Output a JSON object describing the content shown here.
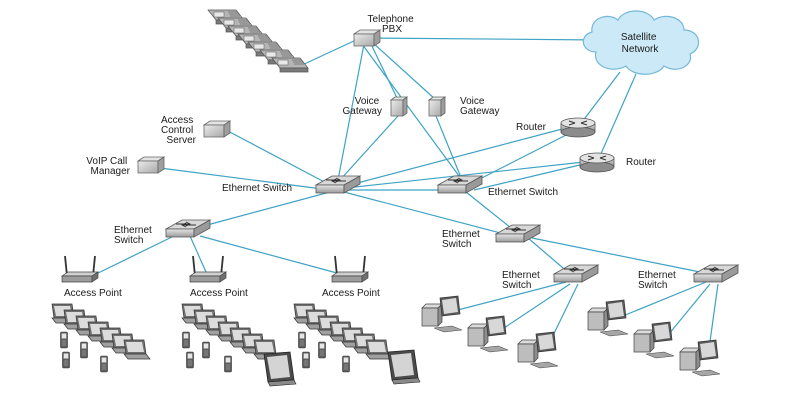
{
  "labels": {
    "telephone_pbx": [
      "Telephone",
      "PBX"
    ],
    "satellite_network": [
      "Satellite",
      "Network"
    ],
    "voice_gateway_1": [
      "Voice",
      "Gateway"
    ],
    "voice_gateway_2": [
      "Voice",
      "Gateway"
    ],
    "access_control_server": [
      "Access",
      "Control",
      "Server"
    ],
    "voip_call_manager": [
      "VoIP Call",
      "Manager"
    ],
    "router_1": "Router",
    "router_2": "Router",
    "core_switch_1": "Ethernet Switch",
    "core_switch_2": "Ethernet Switch",
    "wireless_switch": [
      "Ethernet",
      "Switch"
    ],
    "desktop_switch": [
      "Ethernet",
      "Switch"
    ],
    "desktop_switch_a": [
      "Ethernet",
      "Switch"
    ],
    "desktop_switch_b": [
      "Ethernet",
      "Switch"
    ],
    "access_point_1": "Access Point",
    "access_point_2": "Access Point",
    "access_point_3": "Access Point"
  },
  "colors": {
    "link": "#3ea3c4",
    "cloud_fill": "#cce9f7",
    "cloud_stroke": "#74b8d8",
    "device_fill": "#c9c9c9",
    "device_dark": "#5a5a5a"
  },
  "icons": {
    "switch": "ethernet-switch-icon",
    "router": "router-icon",
    "cloud": "cloud-icon",
    "server": "server-icon",
    "phone": "ip-phone-icon",
    "access_point": "wireless-access-point-icon",
    "laptop": "laptop-icon",
    "handset": "mobile-phone-icon",
    "tablet": "tablet-icon",
    "desktop": "desktop-computer-icon"
  }
}
